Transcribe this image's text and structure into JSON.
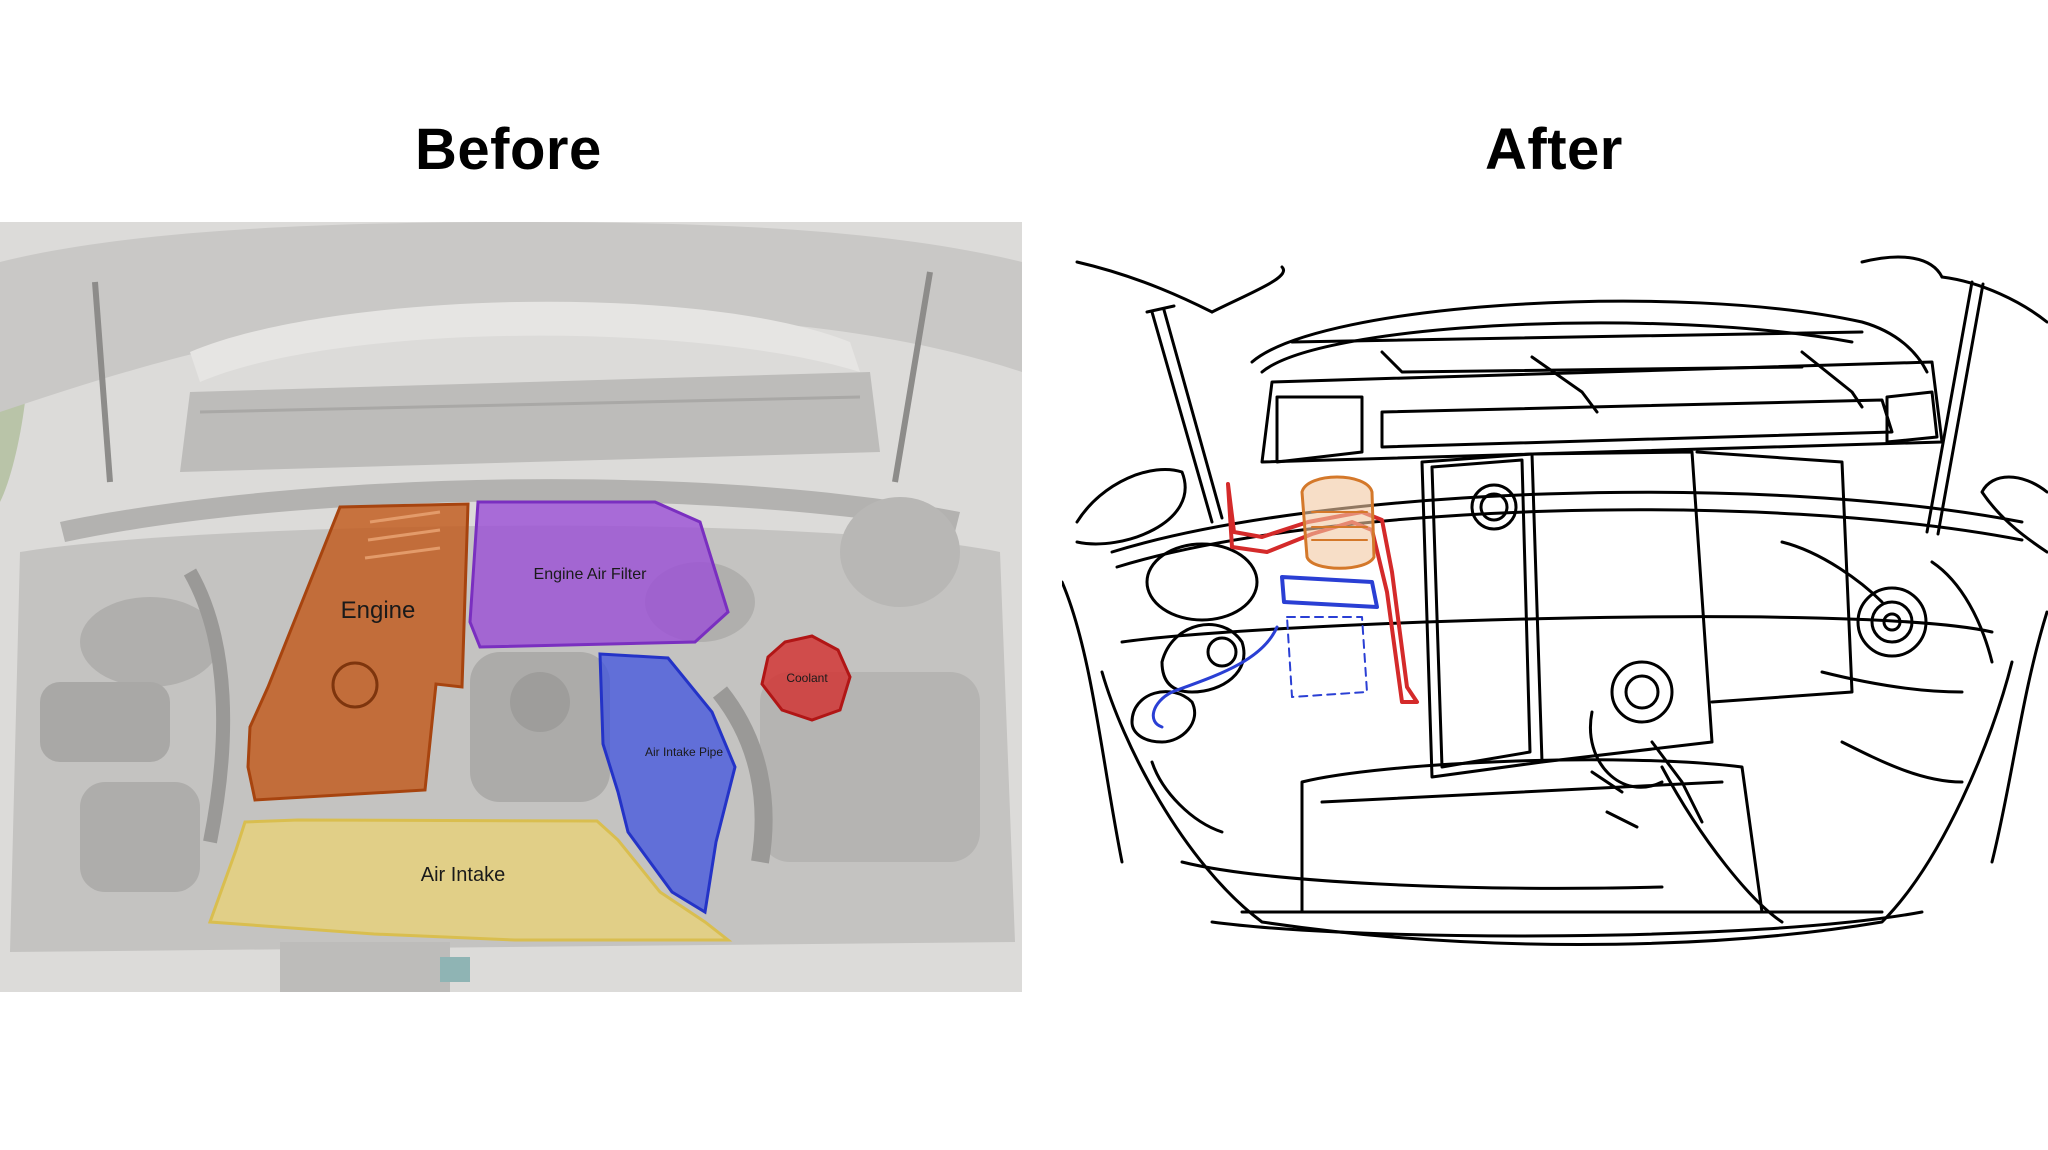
{
  "titles": {
    "before": "Before",
    "after": "After"
  },
  "regions": {
    "engine": {
      "label": "Engine",
      "color": "#c25a1c"
    },
    "air_filter": {
      "label": "Engine Air Filter",
      "color": "#9b4fd6"
    },
    "coolant": {
      "label": "Coolant",
      "color": "#d42a2a"
    },
    "air_intake_pipe": {
      "label": "Air Intake Pipe",
      "color": "#3a4fe0"
    },
    "air_intake": {
      "label": "Air Intake",
      "color": "#e8d278"
    }
  },
  "sketch_colors": {
    "outline": "#000000",
    "red_part": "#d42a2a",
    "blue_part": "#2a3fd4",
    "orange_part": "#d4782a"
  }
}
